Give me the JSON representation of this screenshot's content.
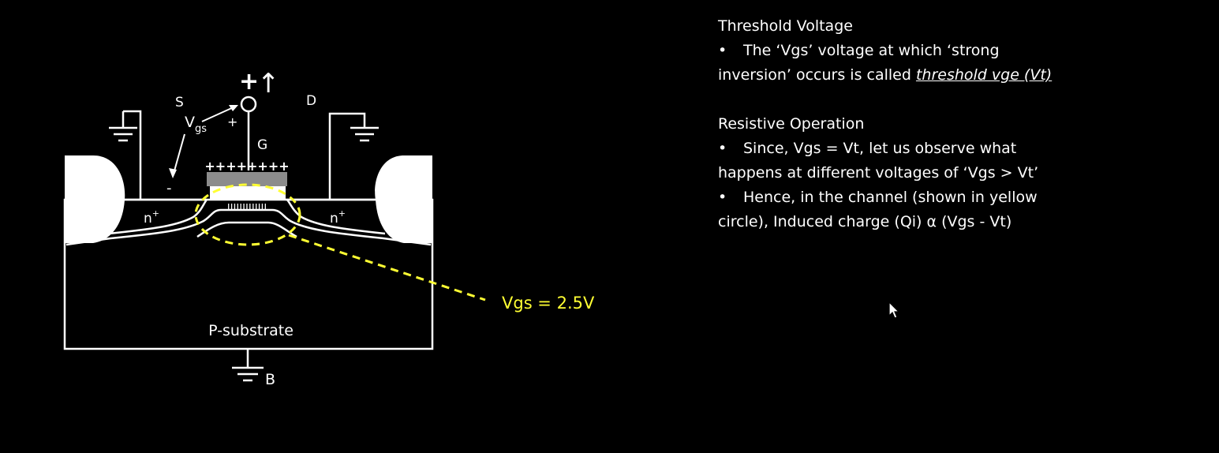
{
  "diagram": {
    "labels": {
      "source": "S",
      "drain": "D",
      "gate": "G",
      "body": "B",
      "vgs_main": "V",
      "vgs_sub": "gs",
      "plus_small": "+",
      "minus_small": "-",
      "big_plus": "+",
      "arrow_up": "↑",
      "n_left": "n",
      "n_right": "n",
      "n_sup": "+",
      "gate_charges": "++++++++",
      "channel_charges": "ııııııııııııı",
      "substrate": "P-substrate"
    },
    "annotation": {
      "text": "Vgs = 2.5V",
      "color": "#ffff33"
    }
  },
  "notes": {
    "section1": {
      "title": "Threshold Voltage",
      "bullet_mark": "•",
      "line1": "The ‘Vgs’ voltage at which ‘strong",
      "line2_plain": "inversion’ occurs is called ",
      "line2_emph": "threshold vge (Vt)"
    },
    "section2": {
      "title": "Resistive Operation",
      "bullet_mark": "•",
      "b1_line1": "Since, Vgs = Vt, let us observe what",
      "b1_line2": "happens at different voltages of ‘Vgs > Vt’",
      "b2_line1": "Hence, in the channel (shown in yellow",
      "b2_line2": "circle), Induced charge (Qi) α  (Vgs - Vt)"
    }
  },
  "colors": {
    "background": "#000000",
    "foreground": "#ffffff",
    "highlight": "#ffff33",
    "gate_oxide": "#8c8c8c"
  },
  "icons": {
    "cursor": "mouse-pointer-icon"
  }
}
